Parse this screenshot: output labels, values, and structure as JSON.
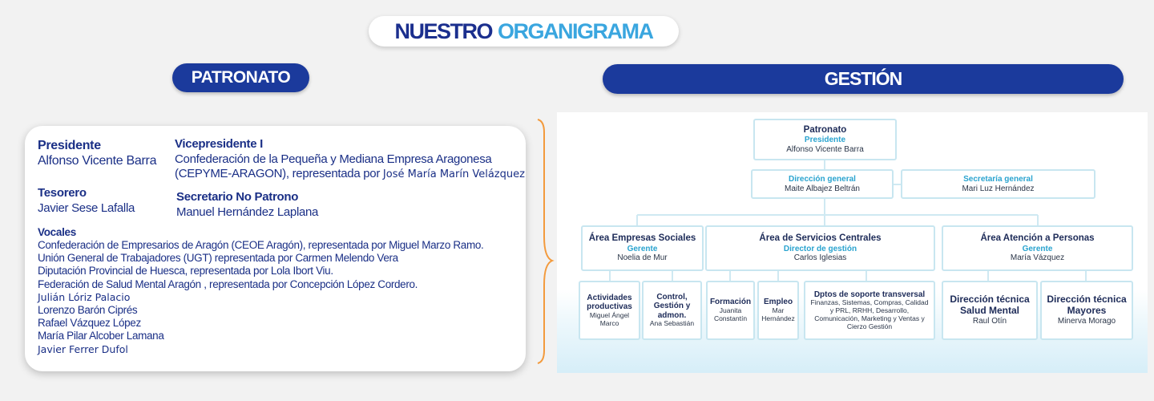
{
  "header": {
    "title_part1": "NUESTRO",
    "title_part2": "ORGANIGRAMA"
  },
  "sections": {
    "patronato": "PATRONATO",
    "gestion": "GESTIÓN"
  },
  "patronato": {
    "presidente": {
      "role": "Presidente",
      "name": "Alfonso Vicente Barra"
    },
    "vicepresidente": {
      "role": "Vicepresidente I",
      "line1": "Confederación de la Pequeña y Mediana Empresa Aragonesa",
      "line2a": "(CEPYME-ARAGON), representada por",
      "line2b": "José María Marín Velázquez"
    },
    "tesorero": {
      "role": "Tesorero",
      "name": "Javier Sese Lafalla"
    },
    "secretario": {
      "role": "Secretario No Patrono",
      "name": "Manuel Hernández Laplana"
    },
    "vocales": {
      "role": "Vocales",
      "items": [
        "Confederación de Empresarios de Aragón (CEOE Aragón), representada por Miguel Marzo Ramo.",
        "Unión General de Trabajadores (UGT) representada por Carmen Melendo Vera",
        "Diputación Provincial de Huesca, representada por Lola Ibort Viu.",
        "Federación de Salud Mental Aragón , representada por Concepción López Cordero.",
        "Julián Lóriz Palacio",
        "Lorenzo Barón Ciprés",
        "Rafael Vázquez López",
        "María Pilar Alcober Lamana",
        "Javier Ferrer Dufol"
      ]
    }
  },
  "organigrama": {
    "patronato": {
      "title": "Patronato",
      "role": "Presidente",
      "name": "Alfonso Vicente Barra"
    },
    "direccion_general": {
      "title": "Dirección general",
      "name": "Maite Albajez Beltrán"
    },
    "secretaria_general": {
      "title": "Secretaría general",
      "name": "Mari Luz Hernández"
    },
    "area_empresas": {
      "title": "Área Empresas Sociales",
      "role": "Gerente",
      "name": "Noelia de Mur"
    },
    "area_servicios": {
      "title": "Área de Servicios Centrales",
      "role": "Director de gestión",
      "name": "Carlos Iglesias"
    },
    "area_personas": {
      "title": "Área Atención a Personas",
      "role": "Gerente",
      "name": "María Vázquez"
    },
    "actividades": {
      "title1": "Actividades",
      "title2": "productivas",
      "name1": "Miguel Ángel",
      "name2": "Marco"
    },
    "control": {
      "title1": "Control,",
      "title2": "Gestión y",
      "title3": "admon.",
      "name": "Ana Sebastián"
    },
    "formacion": {
      "title": "Formación",
      "name1": "Juanita",
      "name2": "Constantín"
    },
    "empleo": {
      "title": "Empleo",
      "name1": "Mar",
      "name2": "Hernández"
    },
    "soporte": {
      "title": "Dptos de soporte transversal",
      "line1": "Finanzas, Sistemas, Compras, Calidad",
      "line2": "y PRL, RRHH, Desarrollo,",
      "line3": "Comunicación, Marketing y Ventas y",
      "line4": "Cierzo Gestión"
    },
    "salud_mental": {
      "title1": "Dirección técnica",
      "title2": "Salud Mental",
      "name": "Raul Otín"
    },
    "mayores": {
      "title1": "Dirección técnica",
      "title2": "Mayores",
      "name": "Minerva Morago"
    }
  },
  "colors": {
    "navy": "#1b3a9c",
    "light_blue": "#3aa6df",
    "brace": "#f39a3c",
    "box_border": "#c8e6f0",
    "cyan_text": "#29a3cf"
  }
}
